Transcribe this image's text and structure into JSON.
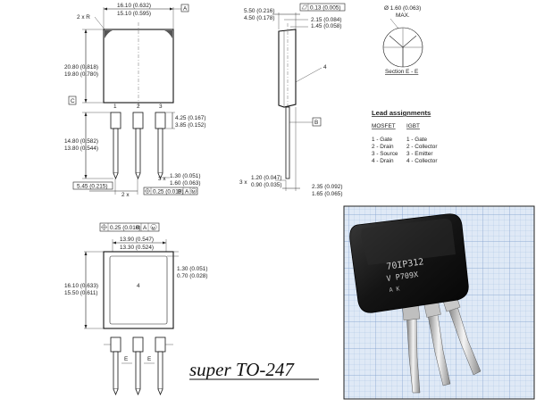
{
  "front_view": {
    "corner_label": "2 x R",
    "width_max": "16.10 (0.632)",
    "width_min": "15.10 (0.595)",
    "datum_a": "A",
    "height_max": "20.80 (0.818)",
    "height_min": "19.80 (0.780)",
    "datum_c": "C",
    "pin_labels": [
      "1",
      "2",
      "3"
    ],
    "lead_len_max": "14.80 (0.582)",
    "lead_len_min": "13.80 (0.544)",
    "shoulder_max": "4.25 (0.167)",
    "shoulder_min": "3.85 (0.152)",
    "lead_w_prefix": "3 x",
    "lead_w_max": "1.30 (0.051)",
    "lead_w_min": "1.60 (0.063)",
    "pitch": "5.45 (0.215)",
    "pitch_mult": "2 x",
    "tol_value": "0.25 (0.010)",
    "tol_refs": [
      "B",
      "A",
      "M"
    ]
  },
  "side_view": {
    "thick_max": "5.50 (0.216)",
    "thick_min": "4.50 (0.178)",
    "flat_value": "0.13 (0.005)",
    "tab_max": "2.15 (0.084)",
    "tab_min": "1.45 (0.058)",
    "callout": "4",
    "datum_b": "B",
    "lead_t_prefix": "3 x",
    "lead_t_max": "1.20 (0.047)",
    "lead_t_min": "0.90 (0.035)",
    "bottom_max": "2.35 (0.092)",
    "bottom_min": "1.65 (0.065)"
  },
  "section_view": {
    "diameter_text": "Ø 1.60 (0.063)",
    "max_text": "MAX.",
    "caption": "Section E - E"
  },
  "lead_assignments": {
    "title": "Lead assignments",
    "col_mosfet": "MOSFET",
    "col_igbt": "IGBT",
    "mosfet": [
      "1 - Gate",
      "2 - Drain",
      "3 - Source",
      "4 - Drain"
    ],
    "igbt": [
      "1 - Gate",
      "2 - Collector",
      "3 - Emitter",
      "4 - Collector"
    ]
  },
  "back_view": {
    "tol_value": "0.25 (0.010)",
    "tol_refs": [
      "B",
      "A",
      "M"
    ],
    "pad_w_max": "13.90 (0.547)",
    "pad_w_min": "13.30 (0.524)",
    "height_max": "16.10 (0.633)",
    "height_min": "15.50 (0.611)",
    "offset_max": "1.30 (0.051)",
    "offset_min": "0.70 (0.028)",
    "pad_label": "4",
    "section_labels": [
      "E",
      "E"
    ]
  },
  "photo": {
    "marking_line1": "70IP312",
    "marking_line2": "V   P709X",
    "marking_line3": "A         K"
  },
  "caption": "super TO-247"
}
